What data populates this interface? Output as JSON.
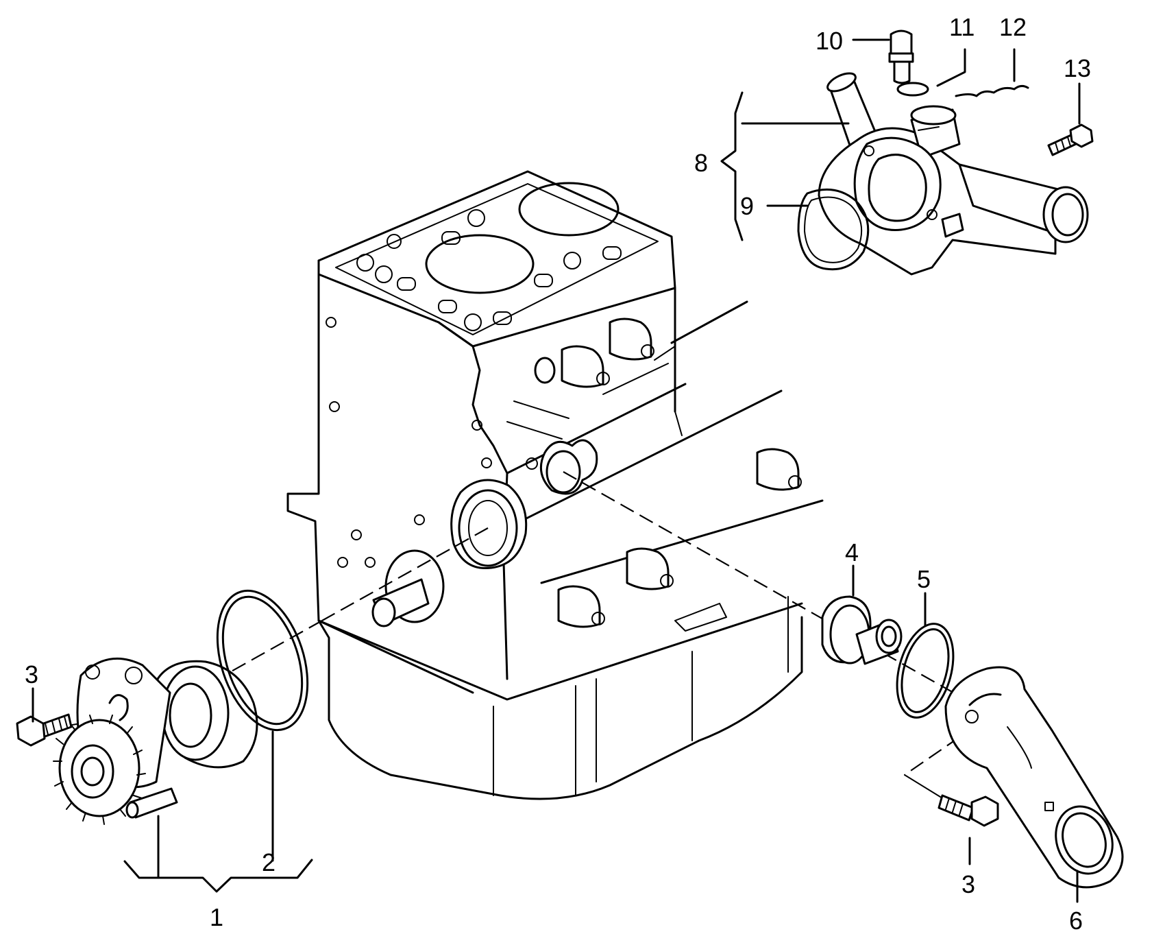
{
  "callouts": {
    "c1": "1",
    "c2": "2",
    "c3a": "3",
    "c3b": "3",
    "c4": "4",
    "c5": "5",
    "c6": "6",
    "c8": "8",
    "c9": "9",
    "c10": "10",
    "c11": "11",
    "c12": "12",
    "c13": "13"
  },
  "colors": {
    "line": "#000000",
    "background": "#ffffff"
  }
}
